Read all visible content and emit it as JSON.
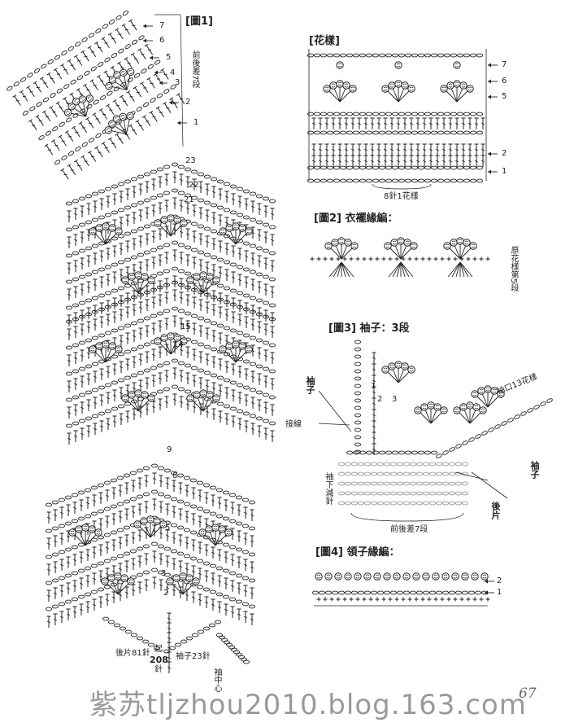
{
  "fig1": {
    "title": "[圖1]",
    "front_back_diff": "前後差7段",
    "row_numbers_top": [
      "7",
      "6",
      "5",
      "4",
      "3",
      "2",
      "1"
    ],
    "row_numbers_middle": [
      "23",
      "22",
      "21",
      "15",
      "14",
      "9",
      "8",
      "5",
      "3",
      "2"
    ],
    "back_label": "後片81針",
    "start_label": "起",
    "start_count": "208",
    "start_unit": "針",
    "sleeve_label": "袖子23針",
    "center_label": "袖中心"
  },
  "pattern": {
    "title": "[花樣]",
    "row_numbers": [
      "7",
      "6",
      "5",
      "2",
      "1"
    ],
    "repeat_label": "8針1花樣"
  },
  "fig2": {
    "title": "[圖2] 衣襬緣編：",
    "side_note": "原花樣第5段"
  },
  "fig3": {
    "title": "[圖3] 袖子：3段",
    "sleeve_left": "袖子",
    "join": "接線",
    "cuff": "袖口13花樣",
    "sleeve_right": "袖子",
    "underarm_dec": "袖下減針",
    "back_piece": "後片",
    "front_back_diff": "前後差7段",
    "row_numbers": [
      "1",
      "2",
      "3"
    ]
  },
  "fig4": {
    "title": "[圖4] 領子緣編：",
    "row_numbers": [
      "2",
      "1"
    ]
  },
  "watermark": "紫苏tljzhou2010.blog.163.com",
  "page_number": "67"
}
